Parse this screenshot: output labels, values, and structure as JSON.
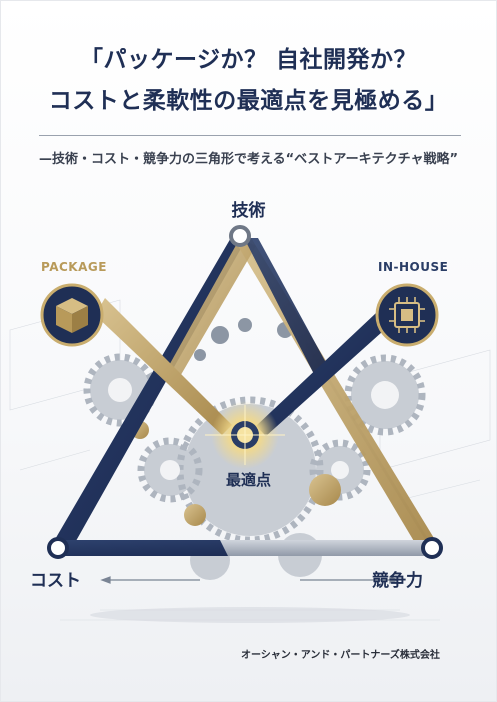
{
  "cover": {
    "title_line1": "「パッケージか？ 自社開発か？",
    "title_line2": "コストと柔軟性の最適点を見極める」",
    "subtitle": "—技術・コスト・競争力の三角形で考える“ベストアーキテクチャ戦略”"
  },
  "diagram": {
    "vertex_top": "技術",
    "vertex_left": "コスト",
    "vertex_right": "競争力",
    "center": "最適点",
    "package_label": "PACKAGE",
    "package_icon": "package-box-icon",
    "inhouse_label": "IN-HOUSE",
    "inhouse_icon": "circuit-chip-icon"
  },
  "colors": {
    "navy": "#1f2f55",
    "gold": "#b89a5a",
    "steel": "#9aa3b0"
  },
  "publisher": {
    "name": "オーシャン・アンド・パートナーズ株式会社"
  }
}
